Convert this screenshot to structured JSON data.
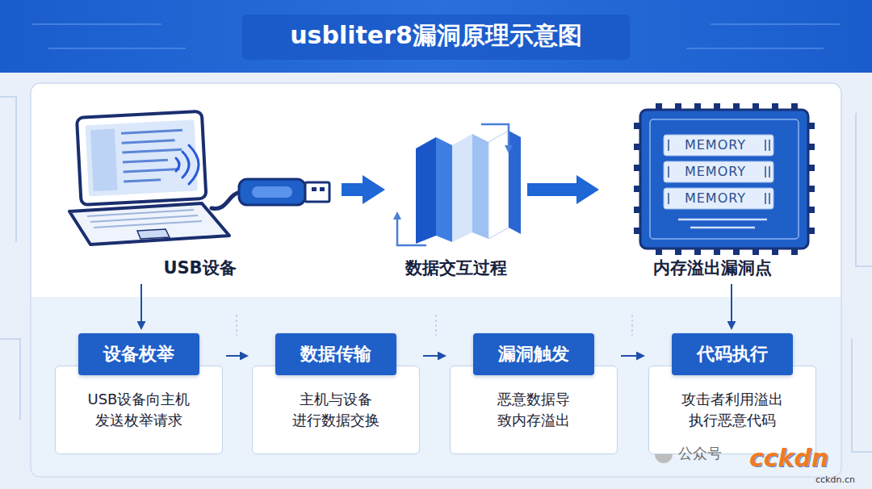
{
  "diagram": {
    "title": "usbliter8漏洞原理示意图",
    "nodes": [
      {
        "text": [
          "USB设备"
        ]
      },
      {
        "text": [
          "数据交互过程"
        ]
      },
      {
        "text": [
          "MEMORY",
          "MEMORY",
          "MEMORY",
          "内存溢出漏洞点"
        ]
      },
      {
        "text": [
          "设备枚举",
          "USB设备向主机 发送枚举请求"
        ]
      },
      {
        "text": [
          "数据传输",
          "主机与设备 进行数据交换"
        ]
      },
      {
        "text": [
          "漏洞触发",
          "恶意数据导 致内存溢出"
        ]
      },
      {
        "text": [
          "代码执行",
          "攻击者利用溢出 执行恶意代码"
        ]
      }
    ],
    "edges": [
      {
        "from": 0,
        "to": 1,
        "arrow": "to"
      },
      {
        "from": 1,
        "to": 2,
        "arrow": "to"
      },
      {
        "from": 0,
        "to": 3,
        "arrow": "to"
      },
      {
        "from": 2,
        "to": 6,
        "arrow": "to"
      },
      {
        "from": 3,
        "to": 4,
        "arrow": "to"
      },
      {
        "from": 4,
        "to": 5,
        "arrow": "to"
      },
      {
        "from": 5,
        "to": 6,
        "arrow": "to"
      }
    ],
    "labels": [
      "公众号",
      "cckdn",
      "cckdn.cn"
    ]
  }
}
